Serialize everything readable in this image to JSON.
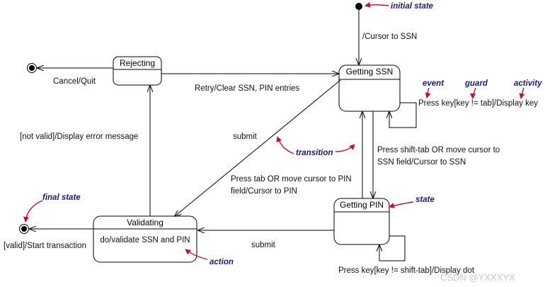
{
  "states": {
    "rejecting": "Rejecting",
    "getting_ssn": "Getting SSN",
    "getting_pin": "Getting PIN",
    "validating": "Validating",
    "validating_activity": "do/validate SSN and PIN"
  },
  "transitions": {
    "initial_to_ssn": "/Cursor to SSN",
    "reject_to_final": "Cancel/Quit",
    "reject_to_ssn": "Retry/Clear SSN, PIN entries",
    "validate_to_reject": "[not valid]/Display error message",
    "ssn_to_validate": "submit",
    "ssn_to_pin_line1": "Press tab OR move cursor to PIN",
    "ssn_to_pin_line2": "field/Cursor to PIN",
    "pin_to_ssn_line1": "Press shift-tab OR move cursor to",
    "pin_to_ssn_line2": "SSN field/Cursor to SSN",
    "ssn_self": "Press key[key != tab]/Display key",
    "pin_to_validate": "submit",
    "validate_to_final": "[valid]/Start transaction",
    "pin_self": "Press key[key != shift-tab]/Display dot"
  },
  "annotations": {
    "initial_state": "initial state",
    "event": "event",
    "guard": "guard",
    "activity": "activity",
    "transition": "transition",
    "state": "state",
    "final_state": "final state",
    "action": "action"
  },
  "watermark": "CSDN @YXXXYX",
  "colors": {
    "annotation_text": "#1a1a7a",
    "annotation_arrow": "#c8102e"
  }
}
